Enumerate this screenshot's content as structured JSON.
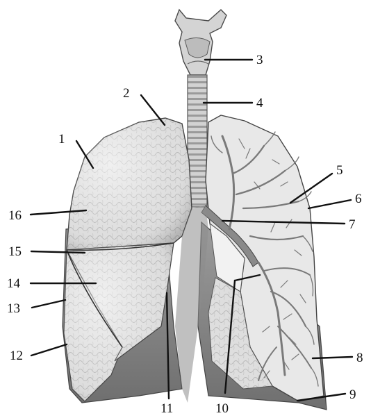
{
  "diagram": {
    "subject": "Human lungs, trachea and larynx (anterior view)",
    "labels": [
      {
        "id": "label-1",
        "text": "1"
      },
      {
        "id": "label-2",
        "text": "2"
      },
      {
        "id": "label-3",
        "text": "3"
      },
      {
        "id": "label-4",
        "text": "4"
      },
      {
        "id": "label-5",
        "text": "5"
      },
      {
        "id": "label-6",
        "text": "6"
      },
      {
        "id": "label-7",
        "text": "7"
      },
      {
        "id": "label-8",
        "text": "8"
      },
      {
        "id": "label-9",
        "text": "9"
      },
      {
        "id": "label-10",
        "text": "10"
      },
      {
        "id": "label-11",
        "text": "11"
      },
      {
        "id": "label-12",
        "text": "12"
      },
      {
        "id": "label-13",
        "text": "13"
      },
      {
        "id": "label-14",
        "text": "14"
      },
      {
        "id": "label-15",
        "text": "15"
      },
      {
        "id": "label-16",
        "text": "16"
      }
    ],
    "colors": {
      "lung_fill": "#dcdcdc",
      "lung_shadow": "#8e8e8e",
      "cut_surface": "#e9e9e9",
      "airway": "#7a7a7a",
      "outline": "#333333"
    }
  }
}
